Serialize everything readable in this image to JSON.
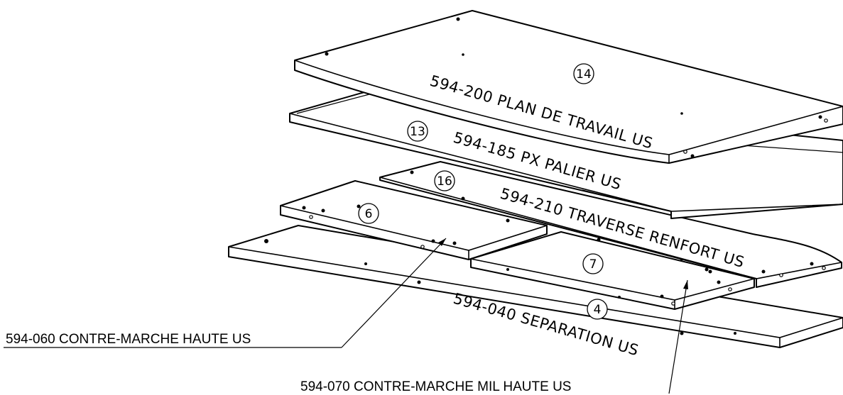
{
  "parts": {
    "p14": {
      "number": "14",
      "label": "594-200 PLAN DE TRAVAIL US"
    },
    "p13": {
      "number": "13",
      "label": "594-185 PX PALIER US"
    },
    "p16": {
      "number": "16",
      "label": "594-210 TRAVERSE RENFORT US"
    },
    "p6": {
      "number": "6"
    },
    "p7": {
      "number": "7"
    },
    "p4": {
      "number": "4",
      "label": "594-040 SEPARATION US"
    }
  },
  "callouts": {
    "left": {
      "text": "594-060 CONTRE-MARCHE HAUTE US"
    },
    "right": {
      "text": "594-070 CONTRE-MARCHE MIL HAUTE US"
    }
  }
}
